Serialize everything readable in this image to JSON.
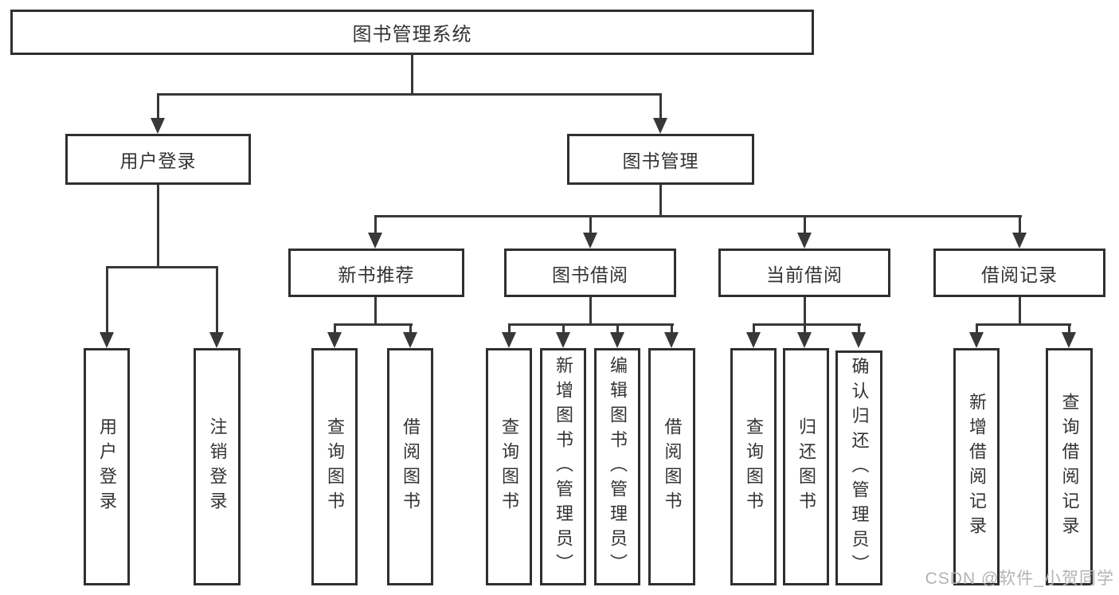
{
  "diagram_title": "图书管理系统",
  "hierarchy": {
    "label": "图书管理系统",
    "children": [
      {
        "label": "用户登录",
        "children": [
          {
            "label": "用户登录"
          },
          {
            "label": "注销登录"
          }
        ]
      },
      {
        "label": "图书管理",
        "children": [
          {
            "label": "新书推荐",
            "children": [
              {
                "label": "查询图书"
              },
              {
                "label": "借阅图书"
              }
            ]
          },
          {
            "label": "图书借阅",
            "children": [
              {
                "label": "查询图书"
              },
              {
                "label": "新增图书（管理员）"
              },
              {
                "label": "编辑图书（管理员）"
              },
              {
                "label": "借阅图书"
              }
            ]
          },
          {
            "label": "当前借阅",
            "children": [
              {
                "label": "查询图书"
              },
              {
                "label": "归还图书"
              },
              {
                "label": "确认归还（管理员）"
              }
            ]
          },
          {
            "label": "借阅记录",
            "children": [
              {
                "label": "新增借阅记录"
              },
              {
                "label": "查询借阅记录"
              }
            ]
          }
        ]
      }
    ]
  },
  "watermark": "CSDN @软件_小贺同学",
  "colors": {
    "line": "#383838",
    "box_border": "#2f2f2f",
    "text": "#333333",
    "watermark": "#b3b3b3",
    "background": "#ffffff"
  }
}
